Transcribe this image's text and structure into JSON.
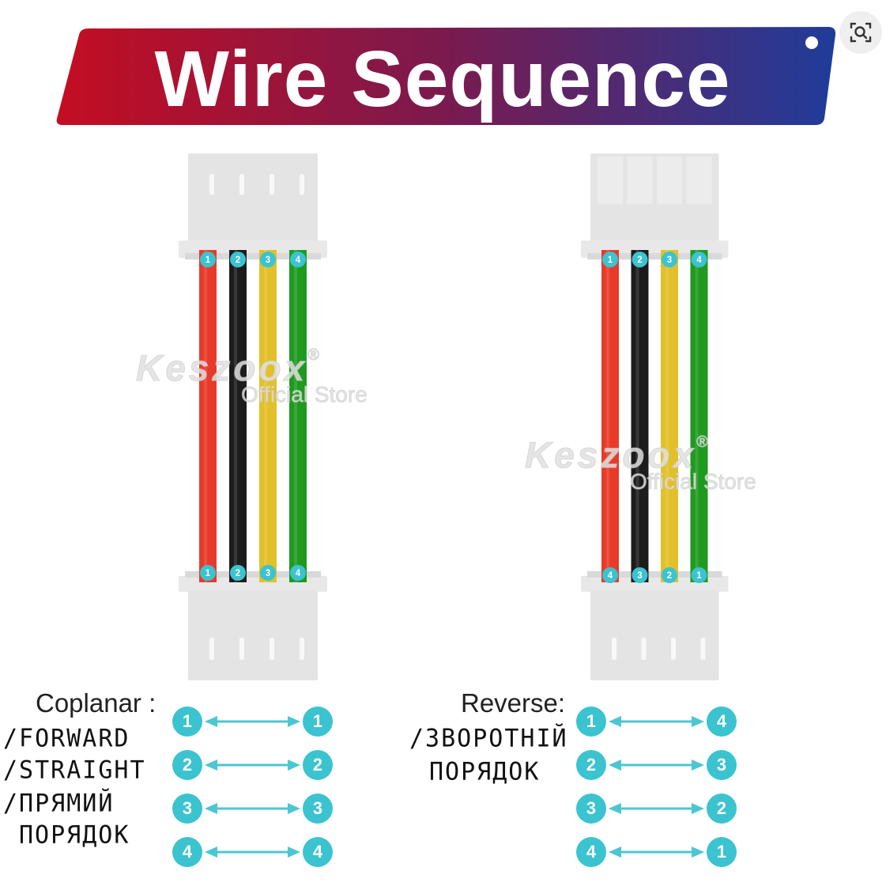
{
  "header": {
    "title": "Wire Sequence",
    "gradient": [
      "#c40d22",
      "#7a1a4e",
      "#1f3c9a"
    ]
  },
  "toolbar": {
    "lens_icon": "visual-search-icon"
  },
  "colors": {
    "pin_badge": "#3bc3d0",
    "connector": "#e4e4e4",
    "arrow": "#4cc7d2"
  },
  "watermark": {
    "brand": "Keszoox",
    "registered": "®",
    "store": "Official Store"
  },
  "wires": [
    {
      "name": "red",
      "color": "#e83a2a"
    },
    {
      "name": "black",
      "color": "#1c1c1c"
    },
    {
      "name": "yellow",
      "color": "#e2c02a"
    },
    {
      "name": "green",
      "color": "#1f9a1f"
    }
  ],
  "cables": [
    {
      "id": "forward",
      "top_pins": [
        "1",
        "2",
        "3",
        "4"
      ],
      "bottom_pins": [
        "1",
        "2",
        "3",
        "4"
      ]
    },
    {
      "id": "reverse",
      "top_pins": [
        "1",
        "2",
        "3",
        "4"
      ],
      "bottom_pins": [
        "4",
        "3",
        "2",
        "1"
      ]
    }
  ],
  "legend": {
    "coplanar": {
      "title": "Coplanar :",
      "annotations": [
        "/FORWARD",
        "/STRAIGHT",
        "/ПРЯМИЙ",
        "ПОРЯДОК"
      ],
      "mapping": [
        [
          "1",
          "1"
        ],
        [
          "2",
          "2"
        ],
        [
          "3",
          "3"
        ],
        [
          "4",
          "4"
        ]
      ]
    },
    "reverse": {
      "title": "Reverse:",
      "annotations": [
        "/ЗВОРОТНІЙ",
        "ПОРЯДОК"
      ],
      "mapping": [
        [
          "1",
          "4"
        ],
        [
          "2",
          "3"
        ],
        [
          "3",
          "2"
        ],
        [
          "4",
          "1"
        ]
      ]
    }
  }
}
